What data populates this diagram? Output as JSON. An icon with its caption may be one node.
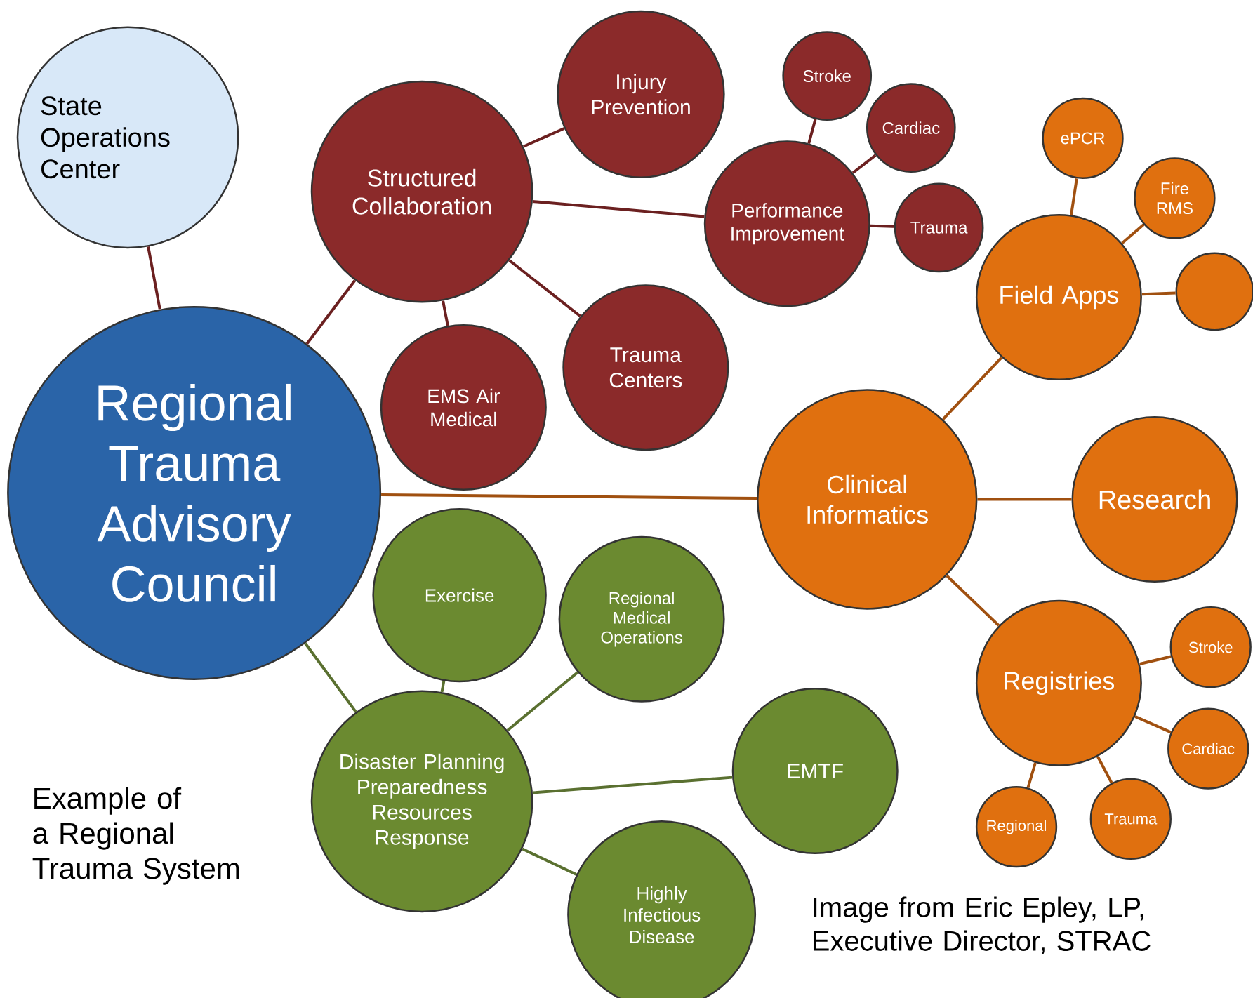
{
  "diagram": {
    "nodes": [
      {
        "text": [
          "State Operations Center"
        ]
      },
      {
        "text": [
          "Regional Trauma Advisory Council"
        ]
      },
      {
        "text": [
          "Structured Collaboration"
        ]
      },
      {
        "text": [
          "Injury Prevention"
        ]
      },
      {
        "text": [
          "Stroke"
        ]
      },
      {
        "text": [
          "Cardiac"
        ]
      },
      {
        "text": [
          "Performance Improvement"
        ]
      },
      {
        "text": [
          "Trauma"
        ]
      },
      {
        "text": [
          "EMS Air Medical"
        ]
      },
      {
        "text": [
          "Trauma Centers"
        ]
      },
      {
        "text": [
          "Clinical Informatics"
        ]
      },
      {
        "text": [
          "Field Apps"
        ]
      },
      {
        "text": [
          "ePCR"
        ]
      },
      {
        "text": [
          "Fire RMS"
        ]
      },
      {
        "text": [],
        "shape": "circle"
      },
      {
        "text": [
          "Research"
        ]
      },
      {
        "text": [
          "Registries"
        ]
      },
      {
        "text": [
          "Stroke"
        ]
      },
      {
        "text": [
          "Cardiac"
        ]
      },
      {
        "text": [
          "Trauma"
        ]
      },
      {
        "text": [
          "Regional"
        ]
      },
      {
        "text": [
          "Exercise"
        ]
      },
      {
        "text": [
          "Regional Medical Operations"
        ]
      },
      {
        "text": [
          "Disaster Planning Preparedness Resources Response"
        ]
      },
      {
        "text": [
          "EMTF"
        ]
      },
      {
        "text": [
          "Highly Infectious Disease"
        ]
      }
    ],
    "edges": [
      {
        "from": 0,
        "to": 1,
        "arrow": "none",
        "color": "#6b2020"
      },
      {
        "from": 1,
        "to": 2,
        "arrow": "none",
        "color": "#6b2020"
      },
      {
        "from": 2,
        "to": 3,
        "arrow": "none",
        "color": "#6b2020"
      },
      {
        "from": 2,
        "to": 6,
        "arrow": "none",
        "color": "#6b2020"
      },
      {
        "from": 2,
        "to": 8,
        "arrow": "none",
        "color": "#6b2020"
      },
      {
        "from": 2,
        "to": 9,
        "arrow": "none",
        "color": "#6b2020"
      },
      {
        "from": 6,
        "to": 4,
        "arrow": "none",
        "color": "#6b2020"
      },
      {
        "from": 6,
        "to": 5,
        "arrow": "none",
        "color": "#6b2020"
      },
      {
        "from": 6,
        "to": 7,
        "arrow": "none",
        "color": "#6b2020"
      },
      {
        "from": 1,
        "to": 10,
        "arrow": "none"
      },
      {
        "from": 10,
        "to": 11,
        "arrow": "none"
      },
      {
        "from": 11,
        "to": 12,
        "arrow": "none"
      },
      {
        "from": 11,
        "to": 13,
        "arrow": "none"
      },
      {
        "from": 11,
        "to": 14,
        "arrow": "none"
      },
      {
        "from": 10,
        "to": 15,
        "arrow": "none"
      },
      {
        "from": 10,
        "to": 16,
        "arrow": "none"
      },
      {
        "from": 16,
        "to": 17,
        "arrow": "none"
      },
      {
        "from": 16,
        "to": 18,
        "arrow": "none"
      },
      {
        "from": 16,
        "to": 19,
        "arrow": "none"
      },
      {
        "from": 16,
        "to": 20,
        "arrow": "none"
      },
      {
        "from": 1,
        "to": 23,
        "arrow": "none",
        "color": "#5a7030"
      },
      {
        "from": 23,
        "to": 21,
        "arrow": "none",
        "color": "#5a7030"
      },
      {
        "from": 23,
        "to": 22,
        "arrow": "none",
        "color": "#5a7030"
      },
      {
        "from": 23,
        "to": 24,
        "arrow": "none",
        "color": "#5a7030"
      },
      {
        "from": 23,
        "to": 25,
        "arrow": "none",
        "color": "#5a7030"
      }
    ],
    "labels": [
      "Example of a Regional Trauma System",
      "Image from Eric Epley, LP, Executive Director, STRAC"
    ]
  }
}
